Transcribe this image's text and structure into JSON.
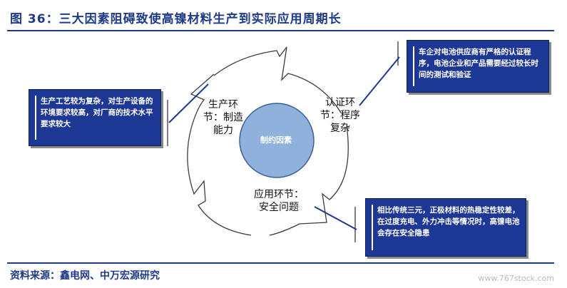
{
  "header": {
    "title": "图 36：三大因素阻碍致使高镍材料生产到实际应用周期长"
  },
  "diagram": {
    "center": "制约因素",
    "stages": {
      "production": "生产环节：制造能力",
      "certification": "认证环节：程序复杂",
      "application": "应用环节：安全问题"
    },
    "callouts": {
      "production": "生产工艺较为复杂，对生产设备的环境要求较高，对厂商的技术水平要求较大",
      "certification": "车企对电池供应商有严格的认证程序，电池企业和产品需要经过较长时间的测试和验证",
      "application": "相比传统三元，正极材料的热稳定性较差，在过度充电、外力冲击等情况时，高镍电池会存在安全隐患"
    }
  },
  "footer": {
    "source": "资料来源：鑫电网、中万宏源研究",
    "watermark": "www.767stock.com"
  },
  "colors": {
    "brand_blue": "#1f3b86",
    "callout_fill": "#1d3795",
    "center_fill": "#8fb1dc",
    "ring_stroke": "#3b3b3b"
  }
}
